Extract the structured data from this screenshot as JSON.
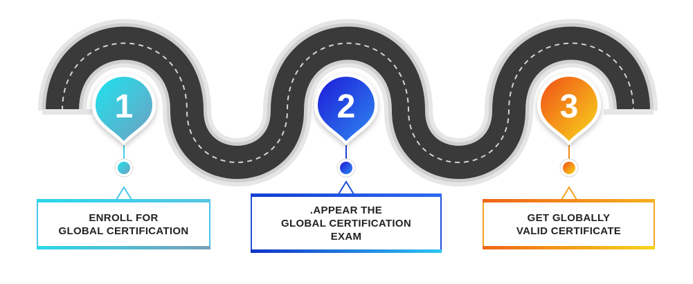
{
  "steps": [
    {
      "number": "1",
      "label_lines": [
        "ENROLL FOR",
        "GLOBAL CERTIFICATION"
      ],
      "color_start": "#1fe3ee",
      "color_end": "#6f9fc0"
    },
    {
      "number": "2",
      "label_lines": [
        ".APPEAR THE",
        "GLOBAL CERTIFICATION",
        "EXAM"
      ],
      "color_start": "#1d1ad8",
      "color_end": "#2f8af0"
    },
    {
      "number": "3",
      "label_lines": [
        "GET GLOBALLY",
        "VALID CERTIFICATE"
      ],
      "color_start": "#f04f17",
      "color_end": "#f8d81c"
    }
  ],
  "colors": {
    "road": "#3a3a3a",
    "road_border": "#e4e4e4",
    "dash": "#cfcfcf"
  }
}
